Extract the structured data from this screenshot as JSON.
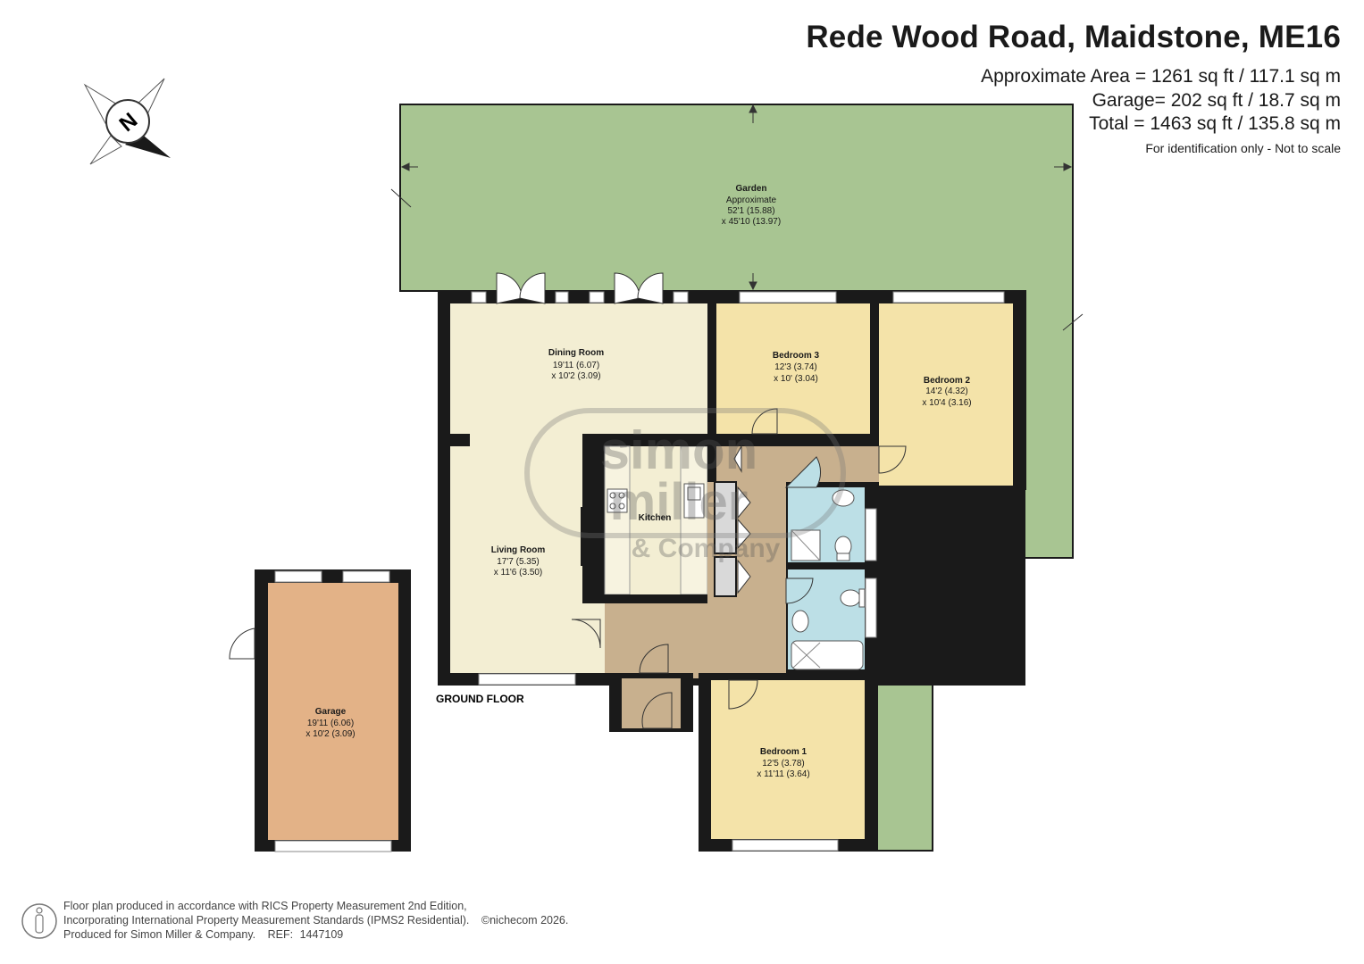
{
  "header": {
    "title": "Rede Wood Road, Maidstone, ME16",
    "area_approx": "Approximate Area = 1261 sq ft / 117.1 sq m",
    "area_garage": "Garage= 202 sq ft / 18.7 sq m",
    "area_total": "Total = 1463 sq ft / 135.8 sq m",
    "identification": "For identification only - Not to scale"
  },
  "compass": {
    "letter": "N"
  },
  "rooms": {
    "garden": {
      "name": "Garden",
      "line1": "Approximate",
      "line2": "52'1 (15.88)",
      "line3": "x 45'10 (13.97)"
    },
    "dining": {
      "name": "Dining Room",
      "line1": "19'11 (6.07)",
      "line2": "x 10'2 (3.09)"
    },
    "living": {
      "name": "Living Room",
      "line1": "17'7 (5.35)",
      "line2": "x 11'6 (3.50)"
    },
    "kitchen": {
      "name": "Kitchen"
    },
    "bedroom3": {
      "name": "Bedroom 3",
      "line1": "12'3 (3.74)",
      "line2": "x 10' (3.04)"
    },
    "bedroom2": {
      "name": "Bedroom 2",
      "line1": "14'2 (4.32)",
      "line2": "x 10'4 (3.16)"
    },
    "bedroom1": {
      "name": "Bedroom 1",
      "line1": "12'5 (3.78)",
      "line2": "x 11'11 (3.64)"
    },
    "garage": {
      "name": "Garage",
      "line1": "19'11 (6.06)",
      "line2": "x 10'2 (3.09)"
    }
  },
  "floor_label": "GROUND FLOOR",
  "watermark": {
    "line1": "simon",
    "line2": "miller",
    "line3": "& Company"
  },
  "footer": {
    "line1": "Floor plan produced in accordance with RICS Property Measurement 2nd Edition,",
    "line2": "Incorporating International Property Measurement Standards (IPMS2 Residential).",
    "copyright": "©nichecom 2026.",
    "line3": "Produced for Simon Miller & Company.",
    "ref_label": "REF:",
    "ref_value": "1447109"
  },
  "colors": {
    "garden": "#a8c592",
    "living": "#f3eed3",
    "bedroom": "#f4e3a9",
    "hall": "#c8b08e",
    "bathroom": "#bcdfe6",
    "garage": "#e3b287",
    "wall": "#1a1a1a"
  }
}
